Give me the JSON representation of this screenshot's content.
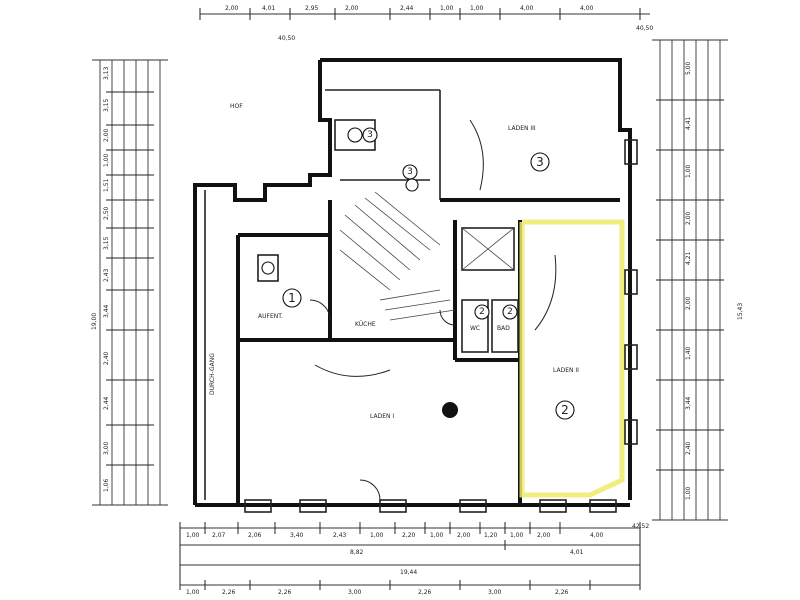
{
  "plan": {
    "rooms": [
      {
        "id": "r1",
        "number": "1",
        "name": "LADEN I"
      },
      {
        "id": "r2",
        "number": "2",
        "name": "LADEN II"
      },
      {
        "id": "r3",
        "number": "3",
        "name": "LADEN III"
      },
      {
        "id": "aufent",
        "name": "AUFENT."
      },
      {
        "id": "kueche",
        "name": "KÜCHE"
      },
      {
        "id": "hof",
        "name": "HOF"
      },
      {
        "id": "bad",
        "name": "BAD"
      },
      {
        "id": "wc",
        "name": "WC"
      },
      {
        "id": "durchgang",
        "name": "DURCH-GANG"
      }
    ],
    "small_circles": [
      "3",
      "3",
      "2",
      "2"
    ],
    "top_dims": [
      "2,00",
      "4,01",
      "2,95",
      "2,00",
      "2,44",
      "1,00",
      "1,00",
      "4,00",
      "4,00"
    ],
    "bottom_dims_row1": [
      "1,00",
      "2,07",
      "2,06",
      "3,40",
      "2,43",
      "1,00",
      "2,20",
      "1,00",
      "2,00",
      "1,20",
      "1,00",
      "2,00",
      "4,00"
    ],
    "bottom_dims_row2": [
      "8,82",
      "4,01"
    ],
    "bottom_dims_row3": [
      "19,44"
    ],
    "bottom_dims_row4": [
      "1,00",
      "2,26",
      "2,26",
      "3,00",
      "2,26",
      "3,00",
      "2,26"
    ],
    "left_dims": [
      "3,13",
      "3,15",
      "2,00",
      "1,00",
      "1,51",
      "2,50",
      "3,15",
      "2,43",
      "3,44",
      "2,40",
      "2,44",
      "3,00",
      "1,06"
    ],
    "left_total": "19,00",
    "right_dims": [
      "5,00",
      "4,41",
      "1,00",
      "2,00",
      "4,21",
      "2,00",
      "1,40",
      "3,44",
      "2,40",
      "1,00"
    ],
    "right_total": "15,43",
    "corner_marks": [
      "40,50",
      "40,50",
      "42,52"
    ]
  }
}
